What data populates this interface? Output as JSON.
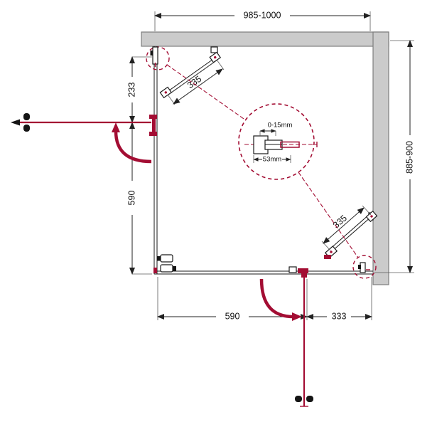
{
  "colors": {
    "accent": "#a30d33",
    "wall-fill": "#cbcbcb",
    "wall-stroke": "#7e7e7e",
    "line": "#1a1a1a"
  },
  "dimensions": {
    "top_width": "985-1000",
    "right_height": "885-900",
    "left_upper": "233",
    "left_lower": "590",
    "bottom_inner": "590",
    "bottom_door": "333",
    "door_top": "335",
    "door_bottom": "335"
  },
  "detail": {
    "adjustment_range": "0-15mm",
    "profile_width": "53mm"
  }
}
